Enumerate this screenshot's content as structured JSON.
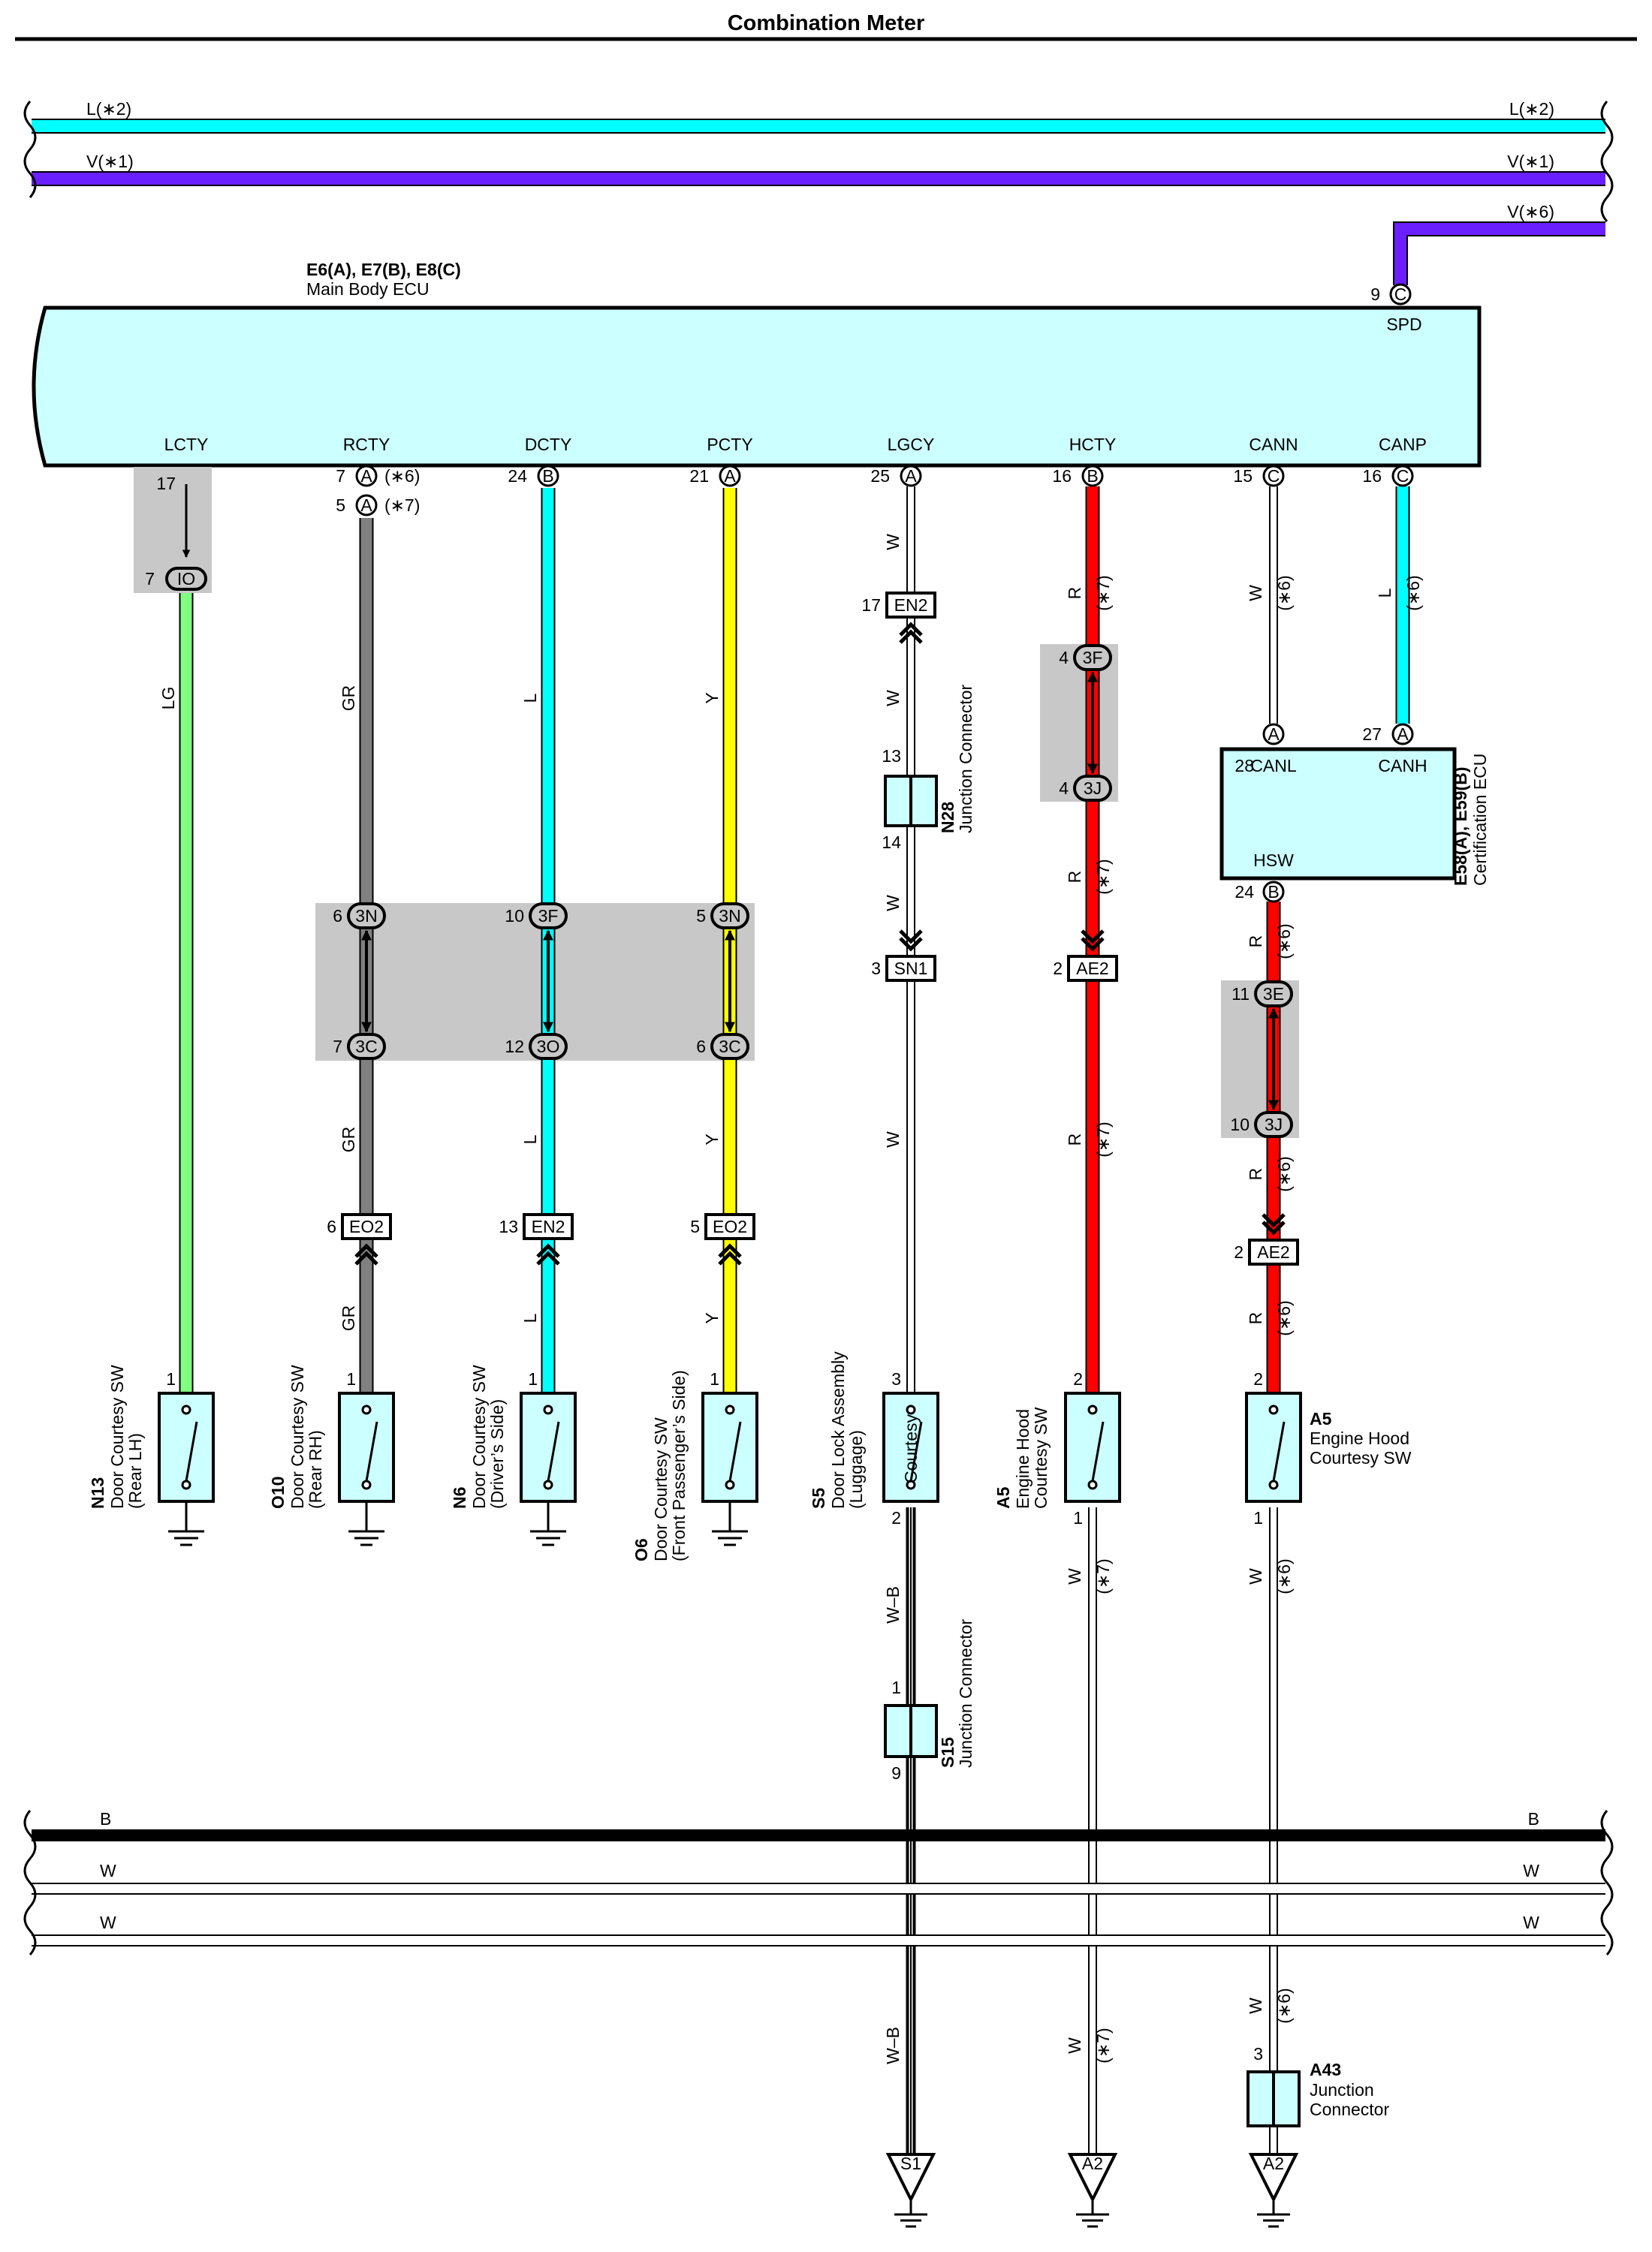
{
  "title": "Combination Meter",
  "colors": {
    "L": "#00FFFF",
    "V": "#6A1FFF",
    "LG": "#80FF80",
    "GR": "#808080",
    "Y": "#FFFF00",
    "R": "#FF0000",
    "W": "#FFFFFF",
    "B": "#000000",
    "ecu_fill": "#CCFFFF",
    "shade": "#C8C8C8"
  },
  "top_buses": [
    {
      "label": "L(∗2)",
      "color": "L"
    },
    {
      "label": "V(∗1)",
      "color": "V"
    },
    {
      "label": "V(∗6)",
      "color": "V"
    }
  ],
  "bottom_buses": [
    {
      "label": "B",
      "color": "B"
    },
    {
      "label": "W",
      "color": "W"
    },
    {
      "label": "W",
      "color": "W"
    }
  ],
  "main_ecu": {
    "id": "E6(A), E7(B), E8(C)",
    "name": "Main Body ECU",
    "spd": {
      "pin": "9",
      "conn": "C",
      "label": "SPD"
    },
    "terminals": [
      "LCTY",
      "RCTY",
      "DCTY",
      "PCTY",
      "LGCY",
      "HCTY",
      "CANN",
      "CANP"
    ]
  },
  "cert_ecu": {
    "id": "E58(A), E59(B)",
    "name": "Certification ECU",
    "canl": "CANL",
    "canh": "CANH",
    "hsw": "HSW",
    "pin_canl": "28",
    "conn_canl": "A",
    "pin_canh": "27",
    "conn_canh": "A",
    "pin_hsw": "24",
    "conn_hsw": "B"
  },
  "pins": {
    "lcty": "17",
    "rcty_a": "7",
    "rcty_b": "5",
    "rcty_na": "(∗6)",
    "rcty_nb": "(∗7)",
    "dcty": "24",
    "pcty": "21",
    "lgcy": "25",
    "hcty": "16",
    "cann": "15",
    "canp": "16",
    "conn_A": "A",
    "conn_B": "B",
    "conn_C": "C"
  },
  "connectors": {
    "io": {
      "pin": "7",
      "label": "IO"
    },
    "r3n": {
      "pin": "6",
      "label": "3N"
    },
    "r3c": {
      "pin": "7",
      "label": "3C"
    },
    "d3f": {
      "pin": "10",
      "label": "3F"
    },
    "d3o": {
      "pin": "12",
      "label": "3O"
    },
    "p3n": {
      "pin": "5",
      "label": "3N"
    },
    "p3c": {
      "pin": "6",
      "label": "3C"
    },
    "h3f": {
      "pin": "4",
      "label": "3F"
    },
    "h3j": {
      "pin": "4",
      "label": "3J"
    },
    "c3e": {
      "pin": "11",
      "label": "3E"
    },
    "c3j": {
      "pin": "10",
      "label": "3J"
    },
    "eo2_r": {
      "pin": "6",
      "label": "EO2"
    },
    "en2_d": {
      "pin": "13",
      "label": "EN2"
    },
    "eo2_p": {
      "pin": "5",
      "label": "EO2"
    },
    "en2_l": {
      "pin": "17",
      "label": "EN2"
    },
    "sn1": {
      "pin": "3",
      "label": "SN1"
    },
    "ae2_h": {
      "pin": "2",
      "label": "AE2"
    },
    "ae2_c": {
      "pin": "2",
      "label": "AE2"
    }
  },
  "wire_labels": {
    "lg": "LG",
    "gr": "GR",
    "l": "L",
    "y": "Y",
    "w": "W",
    "r": "R",
    "wb": "W–B",
    "n7": "(∗7)",
    "n6": "(∗6)"
  },
  "junctions": {
    "n28": {
      "id": "N28",
      "name": "Junction Connector",
      "pin_top": "13",
      "pin_bot": "14"
    },
    "s15": {
      "id": "S15",
      "name": "Junction Connector",
      "pin_top": "1",
      "pin_bot": "9"
    },
    "a43": {
      "id": "A43",
      "name1": "Junction",
      "name2": "Connector",
      "pin_top": "3"
    }
  },
  "switches": {
    "n13": {
      "id": "N13",
      "line1": "Door Courtesy SW",
      "line2": "(Rear LH)",
      "pin": "1"
    },
    "o10": {
      "id": "O10",
      "line1": "Door Courtesy SW",
      "line2": "(Rear RH)",
      "pin": "1"
    },
    "n6": {
      "id": "N6",
      "line1": "Door Courtesy SW",
      "line2": "(Driver’s Side)",
      "pin": "1"
    },
    "o6": {
      "id": "O6",
      "line1": "Door Courtesy SW",
      "line2": "(Front Passenger’s Side)",
      "pin": "1"
    },
    "s5": {
      "id": "S5",
      "line1": "Door Lock Assembly",
      "line2": "(Luggage)",
      "inner": "Courtesy",
      "pin_top": "3",
      "pin_bot": "2"
    },
    "a5a": {
      "id": "A5",
      "line1": "Engine Hood",
      "line2": "Courtesy SW",
      "pin_top": "2",
      "pin_bot": "1"
    },
    "a5b": {
      "id": "A5",
      "line1": "Engine Hood",
      "line2": "Courtesy SW",
      "pin_top": "2",
      "pin_bot": "1"
    }
  },
  "grounds": {
    "s1": "S1",
    "a2a": "A2",
    "a2b": "A2"
  }
}
